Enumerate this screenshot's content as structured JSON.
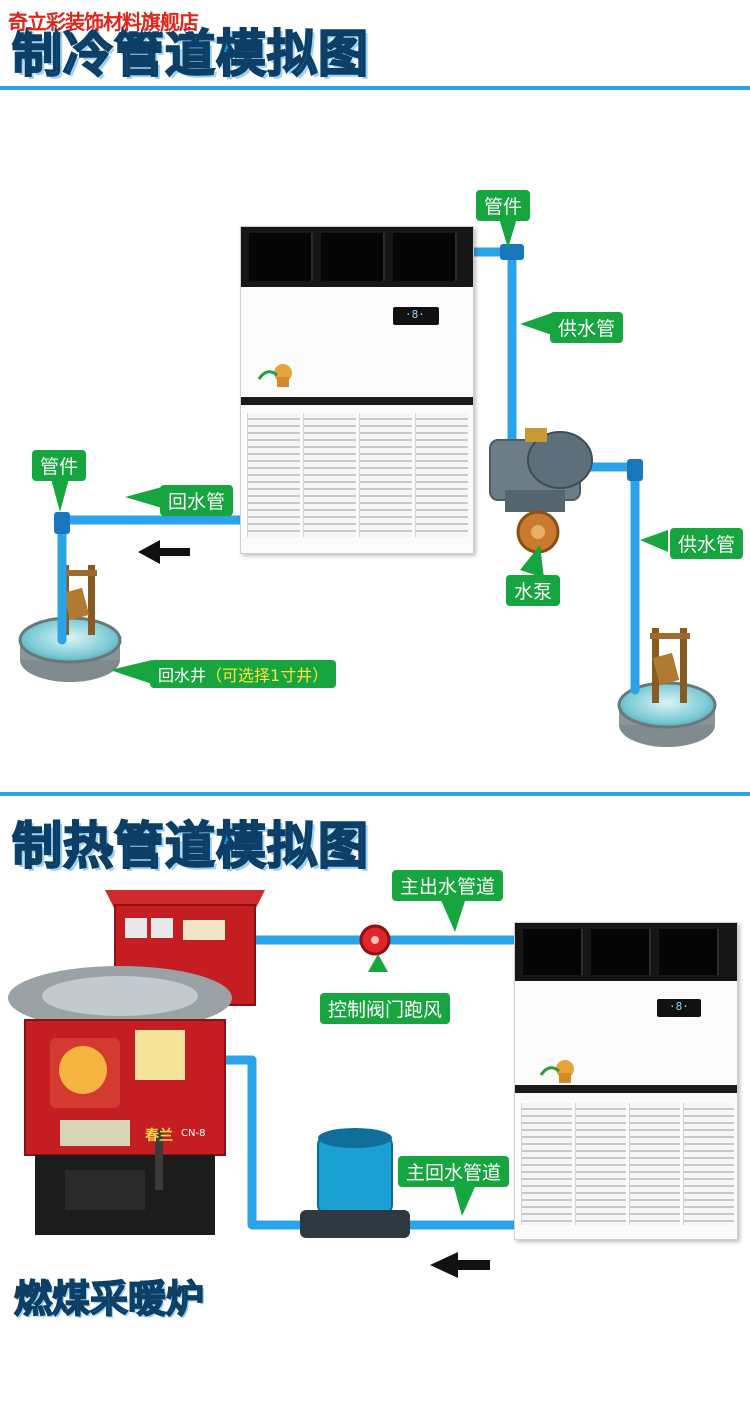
{
  "store_name": "奇立彩装饰材料旗舰店",
  "cooling": {
    "title": "制冷管道模拟图",
    "labels": {
      "fitting_top": "管件",
      "supply_pipe_upper": "供水管",
      "fitting_left": "管件",
      "return_pipe": "回水管",
      "supply_pipe_right": "供水管",
      "water_pump": "水泵",
      "return_well_main": "回水井",
      "return_well_note": "（可选择1寸井）"
    }
  },
  "heating": {
    "title": "制热管道模拟图",
    "labels": {
      "main_outlet_pipe": "主出水管道",
      "control_valve": "控制阀门跑风",
      "main_return_pipe": "主回水管道"
    },
    "boiler_title": "燃煤采暖炉",
    "boiler_brand": "春兰",
    "boiler_model": "CN-8"
  },
  "colors": {
    "accent": "#1e90d6",
    "label_bg": "#16a53e",
    "pipe": "#2aa3e8",
    "store_text": "#e2241a",
    "boiler_red": "#c41d22"
  },
  "icons": {
    "flow_arrow": "left-arrow-icon",
    "valve": "valve-icon"
  }
}
